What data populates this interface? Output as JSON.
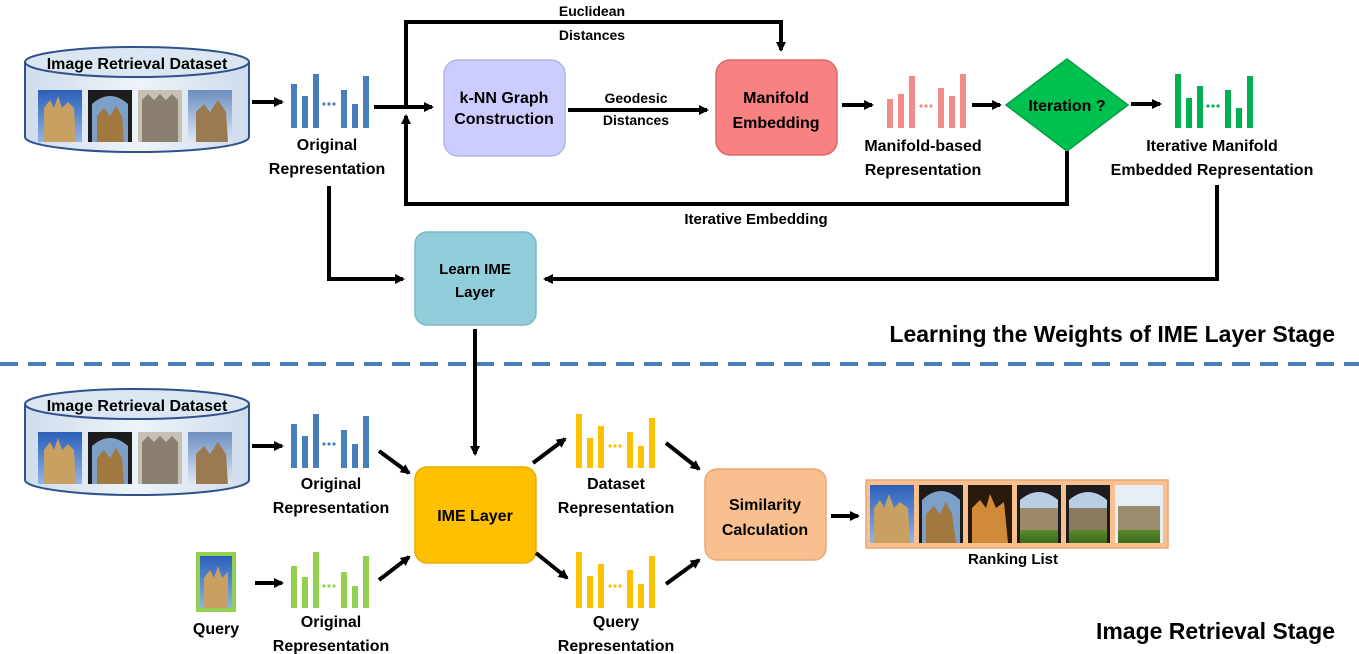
{
  "learning_stage": {
    "title": "Learning the Weights of IME Layer Stage",
    "dataset_label": "Image Retrieval Dataset",
    "original_representation": [
      "Original",
      "Representation"
    ],
    "knn_box": [
      "k-NN Graph",
      "Construction"
    ],
    "euclidean": [
      "Euclidean",
      "Distances"
    ],
    "geodesic": [
      "Geodesic",
      "Distances"
    ],
    "manifold_box": [
      "Manifold",
      "Embedding"
    ],
    "manifold_based": [
      "Manifold-based",
      "Representation"
    ],
    "iteration": "Iteration ?",
    "iterative_manifold": [
      "Iterative Manifold",
      "Embedded Representation"
    ],
    "iterative_embedding": "Iterative Embedding",
    "learn_box": [
      "Learn IME",
      "Layer"
    ]
  },
  "retrieval_stage": {
    "title": "Image Retrieval Stage",
    "dataset_label": "Image Retrieval Dataset",
    "original_representation": [
      "Original",
      "Representation"
    ],
    "query_label": "Query",
    "query_original_representation": [
      "Original",
      "Representation"
    ],
    "ime_box": "IME Layer",
    "dataset_representation": [
      "Dataset",
      "Representation"
    ],
    "query_representation": [
      "Query",
      "Representation"
    ],
    "similarity_box": [
      "Similarity",
      "Calculation"
    ],
    "ranking_label": "Ranking List"
  },
  "colors": {
    "original": "#4a7ebb",
    "knn": "#ccccff",
    "manifold": "#f78281",
    "manifold_bars": "#f28b8b",
    "iteration": "#00c050",
    "learn": "#92cddc",
    "ime": "#ffc000",
    "similarity": "#f9bf8f",
    "query_bars": "#92d050",
    "divider": "#4a7ebb"
  }
}
